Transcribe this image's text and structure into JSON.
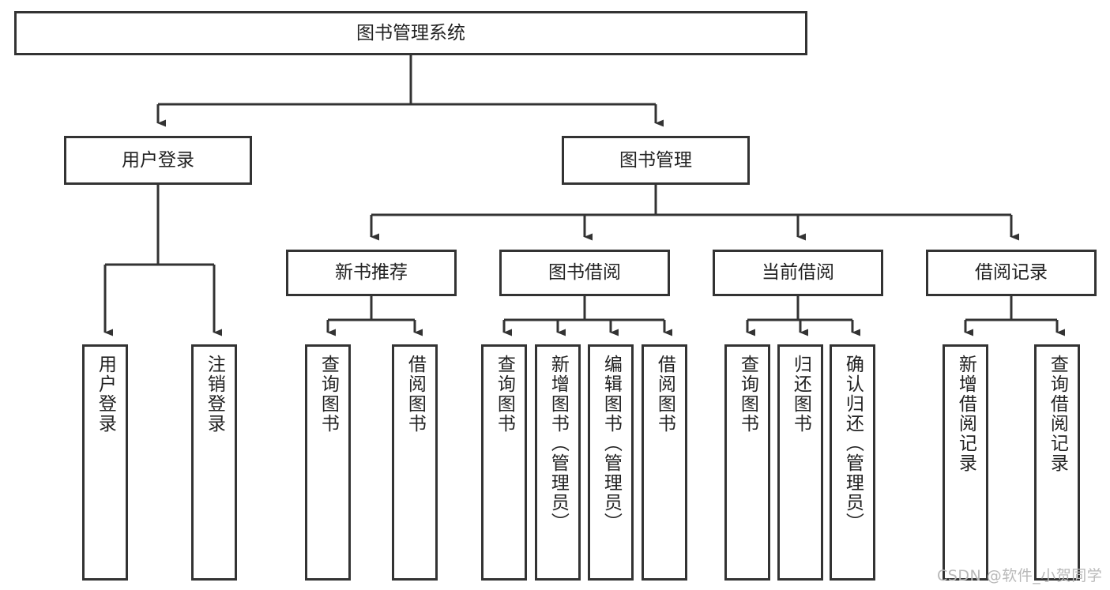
{
  "diagram": {
    "title": "图书管理系统",
    "type": "tree",
    "orientation": "top-down",
    "colors": {
      "node_border": "#333333",
      "node_fill": "#ffffff",
      "edge": "#333333",
      "text": "#222222",
      "watermark": "#b9b9b9",
      "background": "#ffffff"
    }
  },
  "nodes": {
    "root": {
      "label": "图书管理系统"
    },
    "level2": [
      {
        "id": "user-login",
        "label": "用户登录"
      },
      {
        "id": "book-manage",
        "label": "图书管理"
      }
    ],
    "level3": [
      {
        "id": "new-book-recommend",
        "label": "新书推荐"
      },
      {
        "id": "book-borrow",
        "label": "图书借阅"
      },
      {
        "id": "current-borrow",
        "label": "当前借阅"
      },
      {
        "id": "borrow-record",
        "label": "借阅记录"
      }
    ],
    "leaves": {
      "user-login": [
        {
          "id": "leaf-user-login",
          "label": "用户登录"
        },
        {
          "id": "leaf-logout",
          "label": "注销登录"
        }
      ],
      "new-book-recommend": [
        {
          "id": "leaf-query-book-1",
          "label": "查询图书"
        },
        {
          "id": "leaf-borrow-book-1",
          "label": "借阅图书"
        }
      ],
      "book-borrow": [
        {
          "id": "leaf-query-book-2",
          "label": "查询图书"
        },
        {
          "id": "leaf-add-book",
          "label": "新增图书（管理员）"
        },
        {
          "id": "leaf-edit-book",
          "label": "编辑图书（管理员）"
        },
        {
          "id": "leaf-borrow-book-2",
          "label": "借阅图书"
        }
      ],
      "current-borrow": [
        {
          "id": "leaf-query-book-3",
          "label": "查询图书"
        },
        {
          "id": "leaf-return-book",
          "label": "归还图书"
        },
        {
          "id": "leaf-confirm-return",
          "label": "确认归还（管理员）"
        }
      ],
      "borrow-record": [
        {
          "id": "leaf-add-record",
          "label": "新增借阅记录"
        },
        {
          "id": "leaf-query-record",
          "label": "查询借阅记录"
        }
      ]
    }
  },
  "watermark": {
    "text": "CSDN @软件_小贺同学"
  }
}
